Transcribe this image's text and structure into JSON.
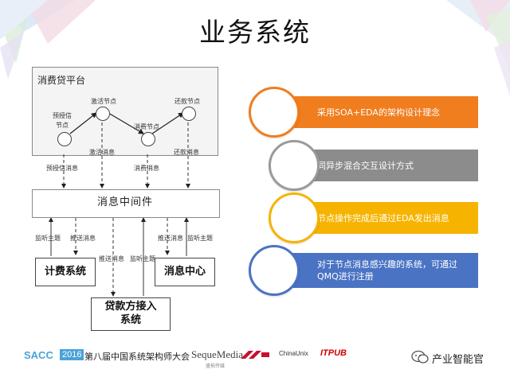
{
  "slide": {
    "title": "业务系统"
  },
  "diagram": {
    "platform_label": "消费贷平台",
    "nodes": {
      "pre_credit": [
        "预授信",
        "节点"
      ],
      "activate": "激活节点",
      "consume": "消费节点",
      "repay": "还款节点"
    },
    "inner_messages": {
      "activate_msg": "激活消息",
      "repay_msg": "还款消息"
    },
    "down_messages": {
      "pre_credit_msg": "预授信消息",
      "consume_msg": "消费消息"
    },
    "bus_label": "消息中间件",
    "lower_labels": {
      "listen1": "监听主题",
      "push1": "推送消息",
      "push2": "推送消息",
      "listen2": "监听主题",
      "push3": "推送消息",
      "listen3": "监听主题"
    },
    "systems": {
      "billing": "计费系统",
      "message_center": "消息中心",
      "lender": [
        "贷款方接入",
        "系统"
      ]
    }
  },
  "features": [
    {
      "text": "采用SOA+EDA的架构设计理念",
      "color": "#f07d1e",
      "ring": "#f07d1e"
    },
    {
      "text": "同异步混合交互设计方式",
      "color": "#8c8c8c",
      "ring": "#9a9a9a"
    },
    {
      "text": "节点操作完成后通过EDA发出消息",
      "color": "#f6b400",
      "ring": "#f6b400"
    },
    {
      "text": "对于节点消息感兴趣的系统，可通过QMQ进行注册",
      "color": "#4a73c4",
      "ring": "#4a73c4"
    }
  ],
  "footer": {
    "sacc": "SACC",
    "year": "2016",
    "conference": "第八届中国系统架构师大会",
    "sequemedia": "SequeMedia",
    "sequemedia_sub": "盛拓传媒",
    "chinaunix": "ChinaUnix",
    "itpub": "ITPUB",
    "wechat": "产业智能官"
  }
}
